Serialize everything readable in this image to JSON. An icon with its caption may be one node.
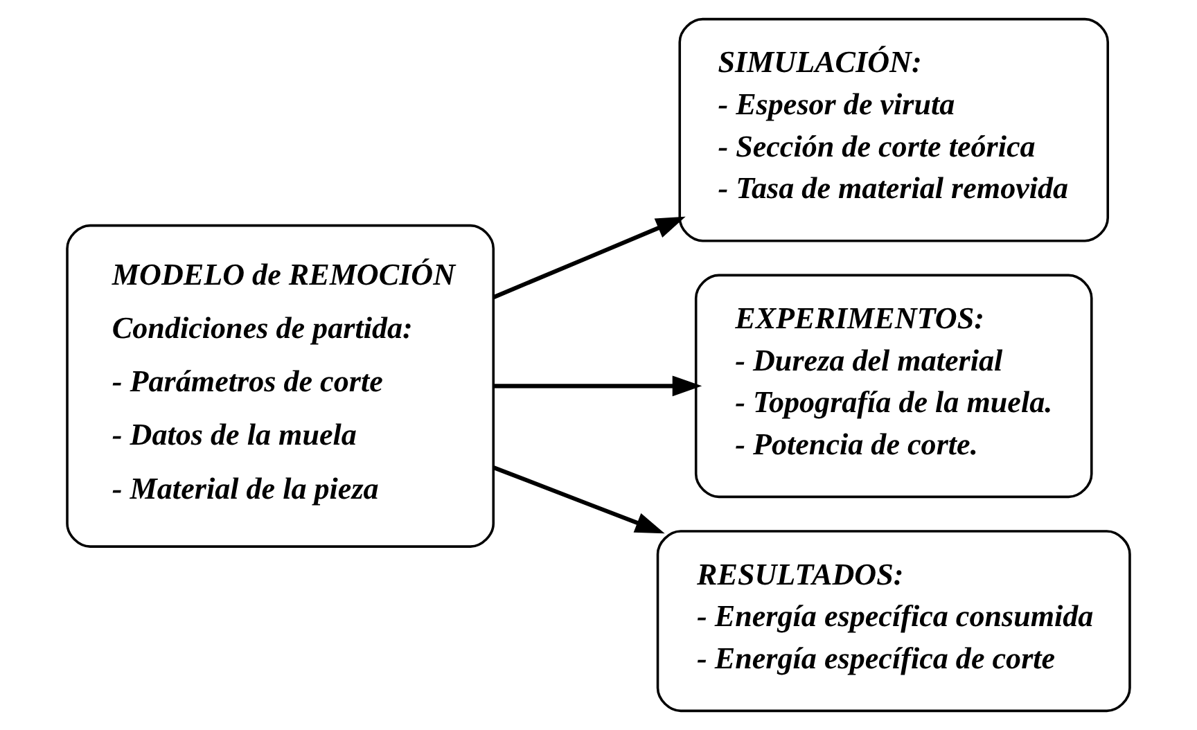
{
  "diagram": {
    "nodes": [
      {
        "text": [
          "MODELO de REMOCIÓN",
          "Condiciones de partida:",
          "- Parámetros de corte",
          "- Datos de la muela",
          "- Material de la pieza"
        ]
      },
      {
        "text": [
          "SIMULACIÓN:",
          "- Espesor de viruta",
          "- Sección de corte teórica",
          "- Tasa de material removida"
        ]
      },
      {
        "text": [
          "EXPERIMENTOS:",
          "- Dureza del material",
          "- Topografía de la muela.",
          "- Potencia de corte."
        ]
      },
      {
        "text": [
          "RESULTADOS:",
          "- Energía específica consumida",
          "- Energía específica de corte"
        ]
      }
    ],
    "edges": [
      {
        "from": 0,
        "to": 1,
        "arrow": "to"
      },
      {
        "from": 0,
        "to": 2,
        "arrow": "to"
      },
      {
        "from": 0,
        "to": 3,
        "arrow": "to"
      }
    ]
  }
}
